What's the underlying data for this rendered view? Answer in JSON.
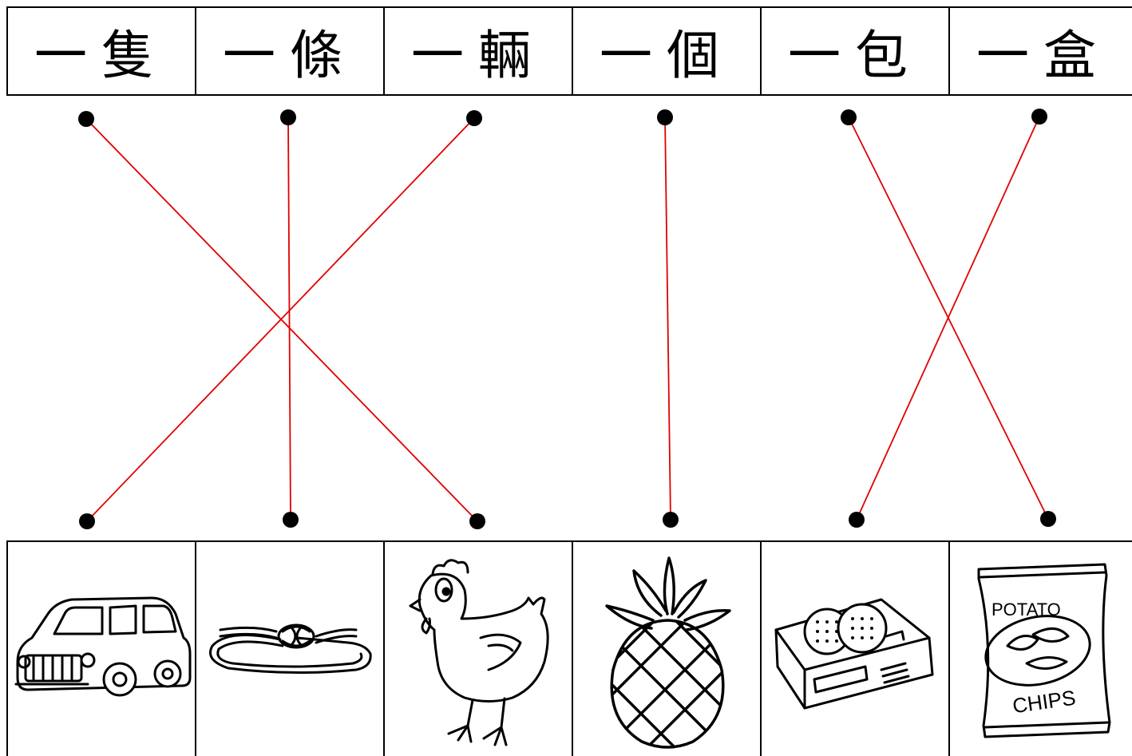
{
  "top_words": [
    {
      "id": "zhi",
      "text": "一隻"
    },
    {
      "id": "tiao",
      "text": "一條"
    },
    {
      "id": "liang",
      "text": "一輛"
    },
    {
      "id": "ge",
      "text": "一個"
    },
    {
      "id": "bao",
      "text": "一包"
    },
    {
      "id": "he",
      "text": "一盒"
    }
  ],
  "pictures": [
    {
      "id": "car",
      "icon": "car-icon"
    },
    {
      "id": "rope",
      "icon": "rope-icon"
    },
    {
      "id": "chicken",
      "icon": "chicken-icon"
    },
    {
      "id": "pineapple",
      "icon": "pineapple-icon"
    },
    {
      "id": "cracker-box",
      "icon": "cracker-box-icon"
    },
    {
      "id": "chips-bag",
      "icon": "chips-bag-icon",
      "label_top": "POTATO",
      "label_bottom": "CHIPS"
    }
  ],
  "connections": [
    {
      "from": 0,
      "to": 2
    },
    {
      "from": 1,
      "to": 1
    },
    {
      "from": 2,
      "to": 0
    },
    {
      "from": 3,
      "to": 3
    },
    {
      "from": 4,
      "to": 5
    },
    {
      "from": 5,
      "to": 4
    }
  ],
  "colors": {
    "line": "#e00000",
    "dot": "#000000"
  }
}
